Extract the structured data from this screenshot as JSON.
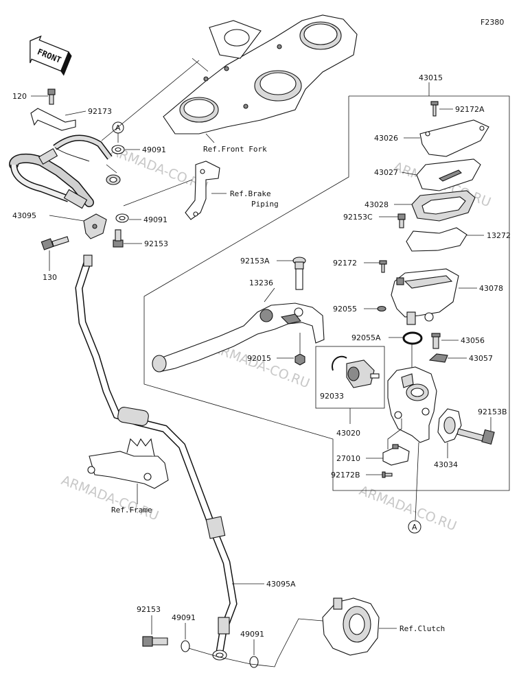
{
  "figure_code": "F2380",
  "front_label": "FRONT",
  "watermark": "ARMADA-CO.RU",
  "part_labels": {
    "p120": "120",
    "p92173": "92173",
    "p49091_a": "49091",
    "p49091_b": "49091",
    "p43095": "43095",
    "p92153_a": "92153",
    "p130": "130",
    "p43015": "43015",
    "p92172A": "92172A",
    "p43026": "43026",
    "p43027": "43027",
    "p43028": "43028",
    "p92153C": "92153C",
    "p13272": "13272",
    "p92172": "92172",
    "p43078": "43078",
    "p92055": "92055",
    "p92153A": "92153A",
    "p13236": "13236",
    "p92055A": "92055A",
    "p43056": "43056",
    "p43057": "43057",
    "p92015": "92015",
    "p92033": "92033",
    "p43020": "43020",
    "p92153B": "92153B",
    "p27010": "27010",
    "p43034": "43034",
    "p92172B": "92172B",
    "p43095A": "43095A",
    "p92153_b": "92153",
    "p49091_c": "49091",
    "p49091_d": "49091"
  },
  "ref_labels": {
    "front_fork": "Ref.Front Fork",
    "brake_piping_1": "Ref.Brake",
    "brake_piping_2": "Piping",
    "frame": "Ref.Frame",
    "clutch": "Ref.Clutch"
  },
  "callouts": {
    "a_top": "A",
    "a_bottom": "A"
  }
}
